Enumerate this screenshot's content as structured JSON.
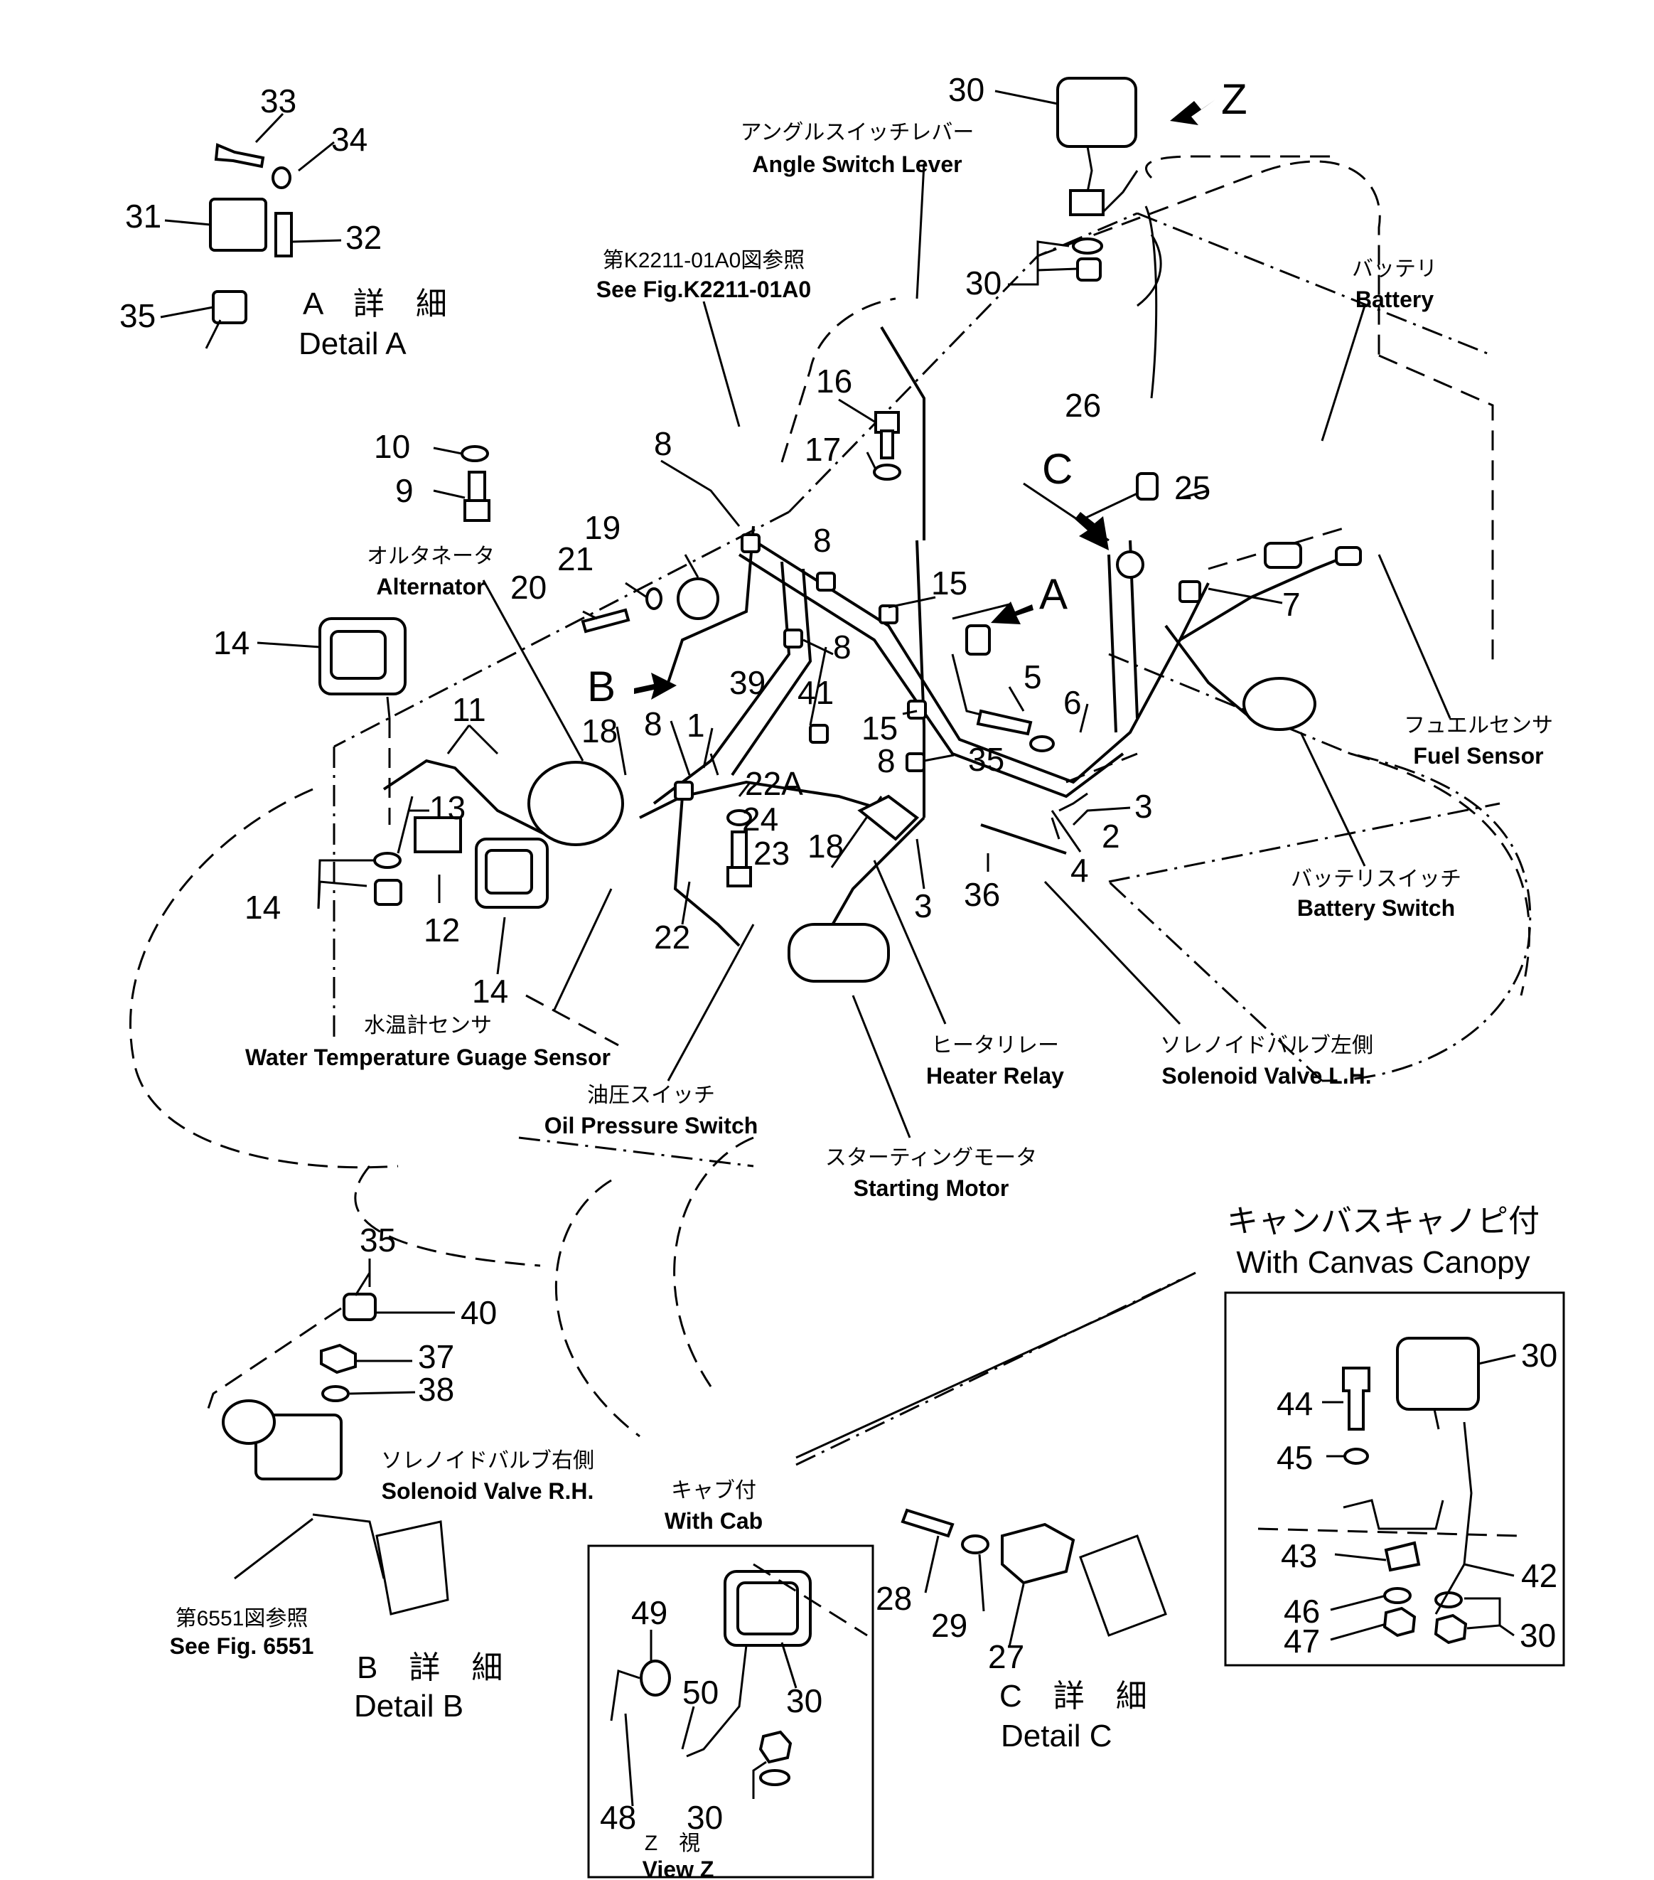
{
  "part_numbers": {
    "p33": "33",
    "p34": "34",
    "p31": "31",
    "p32": "32",
    "p35a": "35",
    "p30top": "30",
    "p30top2": "30",
    "p16": "16",
    "p17": "17",
    "p10": "10",
    "p9": "9",
    "p8a": "8",
    "p8b": "8",
    "p8c": "8",
    "p8d": "8",
    "p8e": "8",
    "p19": "19",
    "p21": "21",
    "p20": "20",
    "p26": "26",
    "p25": "25",
    "p15a": "15",
    "p15b": "15",
    "p7": "7",
    "p14a": "14",
    "p14b": "14",
    "p14c": "14",
    "p39": "39",
    "p41": "41",
    "p5": "5",
    "p6": "6",
    "p11": "11",
    "p18a": "18",
    "p18b": "18",
    "p1": "1",
    "p35b": "35",
    "p13": "13",
    "p22a": "22A",
    "p24": "24",
    "p23": "23",
    "p3a": "3",
    "p3b": "3",
    "p2": "2",
    "p4": "4",
    "p36": "36",
    "p12": "12",
    "p22": "22",
    "p35c": "35",
    "p40": "40",
    "p37": "37",
    "p38": "38",
    "p49": "49",
    "p50": "50",
    "p30cab": "30",
    "p48": "48",
    "p30cab2": "30",
    "p28": "28",
    "p29": "29",
    "p27": "27",
    "p30can": "30",
    "p44": "44",
    "p45": "45",
    "p43": "43",
    "p42": "42",
    "p46": "46",
    "p47": "47",
    "p30can2": "30"
  },
  "view_letters": {
    "z": "Z",
    "a": "A",
    "b": "B",
    "c": "C"
  },
  "labels": {
    "angle_switch_jp": "アングルスイッチレバー",
    "angle_switch_en": "Angle Switch Lever",
    "see_fig_jp": "第K2211-01A0図参照",
    "see_fig_en": "See Fig.K2211-01A0",
    "battery_jp": "バッテリ",
    "battery_en": "Battery",
    "alternator_jp": "オルタネータ",
    "alternator_en": "Alternator",
    "fuel_sensor_jp": "フュエルセンサ",
    "fuel_sensor_en": "Fuel Sensor",
    "battery_switch_jp": "バッテリスイッチ",
    "battery_switch_en": "Battery Switch",
    "water_temp_jp": "水温計センサ",
    "water_temp_en": "Water Temperature Guage Sensor",
    "oil_pressure_jp": "油圧スイッチ",
    "oil_pressure_en": "Oil Pressure Switch",
    "heater_relay_jp": "ヒータリレー",
    "heater_relay_en": "Heater Relay",
    "solenoid_lh_jp": "ソレノイドバルブ左側",
    "solenoid_lh_en": "Solenoid Valve L.H.",
    "starting_motor_jp": "スターティングモータ",
    "starting_motor_en": "Starting Motor",
    "canopy_jp": "キャンバスキャノピ付",
    "canopy_en": "With Canvas Canopy",
    "solenoid_rh_jp": "ソレノイドバルブ右側",
    "solenoid_rh_en": "Solenoid Valve R.H.",
    "see_6551_jp": "第6551図参照",
    "see_6551_en": "See Fig. 6551",
    "cab_jp": "キャブ付",
    "cab_en": "With Cab",
    "view_z_jp": "Z　視",
    "view_z_en": "View  Z"
  },
  "details": {
    "a_jp": "A　詳　細",
    "a_en": "Detail  A",
    "b_jp": "B　詳　細",
    "b_en": "Detail  B",
    "c_jp": "C　詳　細",
    "c_en": "Detail  C"
  }
}
